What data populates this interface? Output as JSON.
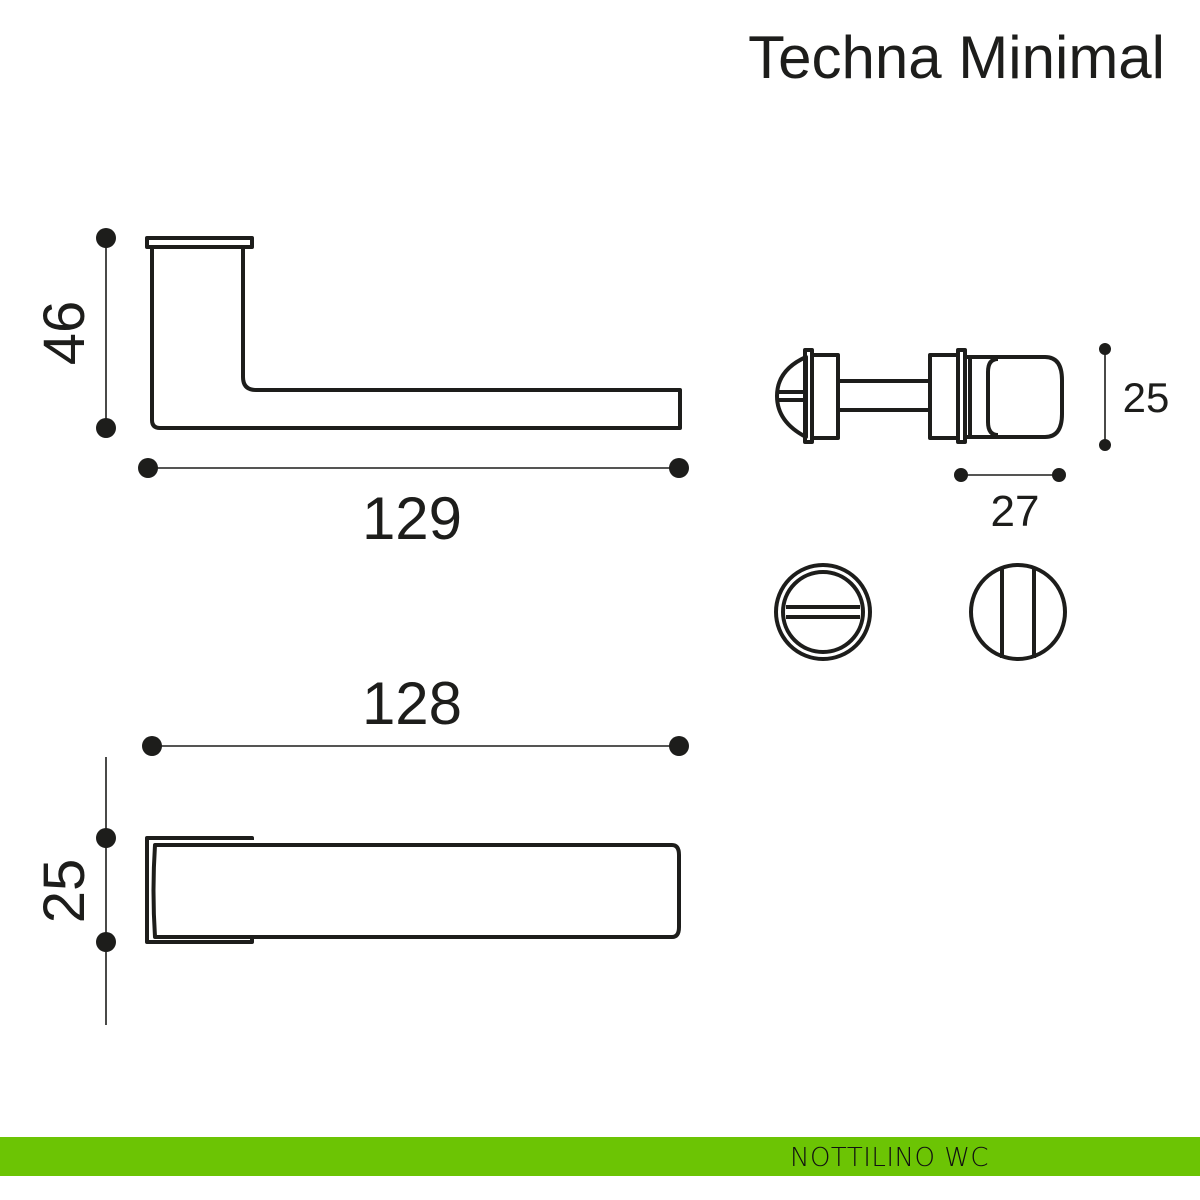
{
  "title": "Techna Minimal",
  "dimensions": {
    "side_height": "46",
    "side_length": "129",
    "top_length": "128",
    "top_width": "25",
    "wc_height": "25",
    "wc_knob_length": "27"
  },
  "footer": {
    "label": "NOTTILINO WC",
    "color": "#6cc404"
  }
}
